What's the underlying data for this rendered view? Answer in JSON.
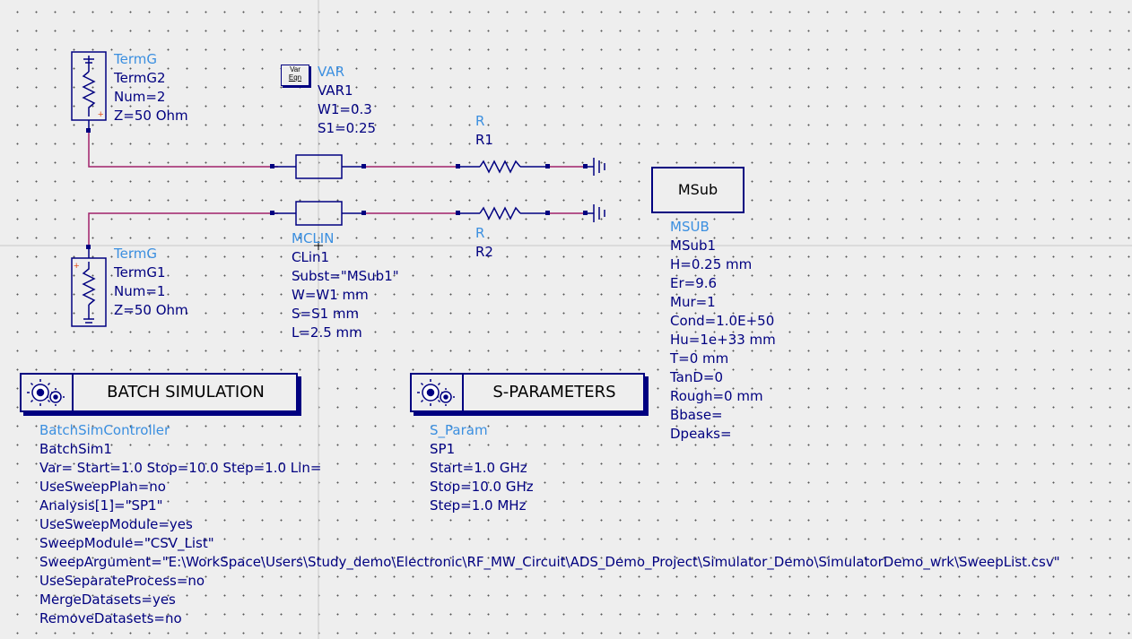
{
  "termg2": {
    "type": "TermG",
    "lines": [
      "TermG2",
      "Num=2",
      "Z=50 Ohm"
    ]
  },
  "termg1": {
    "type": "TermG",
    "lines": [
      "TermG1",
      "Num=1",
      "Z=50 Ohm"
    ]
  },
  "var": {
    "icon_lines": [
      "Var",
      "Eqn"
    ],
    "type": "VAR",
    "lines": [
      "VAR1",
      "W1=0.3",
      "S1=0.25"
    ]
  },
  "r1": {
    "type": "R",
    "lines": [
      "R1"
    ]
  },
  "r2": {
    "type": "R",
    "lines": [
      "R2"
    ]
  },
  "mclin": {
    "type": "MCLIN",
    "lines": [
      "CLin1",
      "Subst=\"MSub1\"",
      "W=W1 mm",
      "S=S1 mm",
      "L=2.5 mm"
    ]
  },
  "msub": {
    "box_label": "MSub",
    "type": "MSUB",
    "lines": [
      "MSub1",
      "H=0.25 mm",
      "Er=9.6",
      "Mur=1",
      "Cond=1.0E+50",
      "Hu=1e+33 mm",
      "T=0 mm",
      "TanD=0",
      "Rough=0 mm",
      "Bbase=",
      "Dpeaks="
    ]
  },
  "batch": {
    "title": "BATCH SIMULATION",
    "type": "BatchSimController",
    "lines": [
      "BatchSim1",
      "Var= Start=1.0 Stop=10.0 Step=1.0 Lin=",
      "UseSweepPlan=no",
      "Analysis[1]=\"SP1\"",
      "UseSweepModule=yes",
      "SweepModule=\"CSV_List\"",
      "SweepArgument=\"E:\\WorkSpace\\Users\\Study_demo\\Electronic\\RF_MW_Circuit\\ADS_Demo_Project\\Simulator_Demo\\SimulatorDemo_wrk\\SweepList.csv\"",
      "UseSeparateProcess=no",
      "MergeDatasets=yes",
      "RemoveDatasets=no"
    ]
  },
  "sparam": {
    "title": "S-PARAMETERS",
    "type": "S_Param",
    "lines": [
      "SP1",
      "Start=1.0 GHz",
      "Stop=10.0 GHz",
      "Step=1.0 MHz"
    ]
  },
  "colors": {
    "wire": "#a0206a",
    "component": "#000080",
    "type_label": "#3b8fe0",
    "param_text": "#000080"
  }
}
